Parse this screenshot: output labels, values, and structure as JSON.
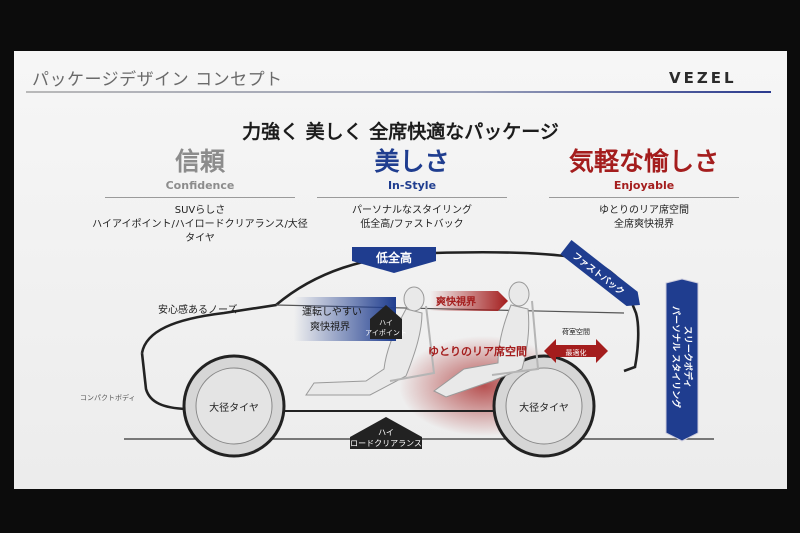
{
  "slide": {
    "title": "パッケージデザイン コンセプト",
    "brand": "VEZEL",
    "headline": "力強く 美しく 全席快適なパッケージ"
  },
  "pillars": [
    {
      "jp": "信頼",
      "en": "Confidence",
      "desc": [
        "SUVらしさ",
        "ハイアイポイント/ハイロードクリアランス/大径タイヤ"
      ],
      "color": "#8c8c8c"
    },
    {
      "jp": "美しさ",
      "en": "In-Style",
      "desc": [
        "パーソナルなスタイリング",
        "低全高/ファストバック"
      ],
      "color": "#1f3d8f"
    },
    {
      "jp": "気軽な愉しさ",
      "en": "Enjoyable",
      "desc": [
        "ゆとりのリア席空間",
        "全席爽快視界"
      ],
      "color": "#a41d1d"
    }
  ],
  "diagram": {
    "low_height": "低全高",
    "fastback": "ファストバック",
    "safe_nose": "安心感あるノーズ",
    "easy_drive": [
      "運転しやすい",
      "爽快視界"
    ],
    "high_eyepoint": [
      "ハイ",
      "アイポイント"
    ],
    "refreshing_view": "爽快視界",
    "rear_space": "ゆとりのリア席空間",
    "luggage": [
      "荷室空間",
      "最適化"
    ],
    "compact_body": "コンパクトボディ",
    "big_tire_front": "大径タイヤ",
    "big_tire_rear": "大径タイヤ",
    "high_clearance": [
      "ハイ",
      "ロードクリアランス"
    ],
    "sleek_body": [
      "スリークボディ",
      "パーソナル スタイリング"
    ]
  },
  "colors": {
    "blue": "#1f3d8f",
    "red": "#a41d1d",
    "grey": "#8c8c8c"
  }
}
